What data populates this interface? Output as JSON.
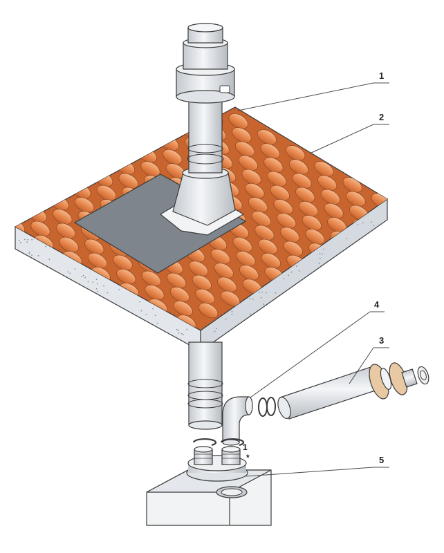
{
  "callouts": [
    {
      "id": "1",
      "label": "1"
    },
    {
      "id": "2",
      "label": "2"
    },
    {
      "id": "3",
      "label": "3"
    },
    {
      "id": "4",
      "label": "4"
    },
    {
      "id": "5",
      "label": "5"
    }
  ],
  "part_marks": {
    "seal_index": "1",
    "asterisk": "*"
  },
  "colors": {
    "tile": "#e8894f",
    "tile_dark": "#c8642e",
    "tile_light": "#f6b88c",
    "roof_board": "#e4e8ee",
    "flashing": "#7f858c",
    "pipe": "#e6e9ec",
    "pipe_shade": "#b9bec4",
    "outline": "#3a3a3a",
    "gasket": "#e9c9a4"
  }
}
